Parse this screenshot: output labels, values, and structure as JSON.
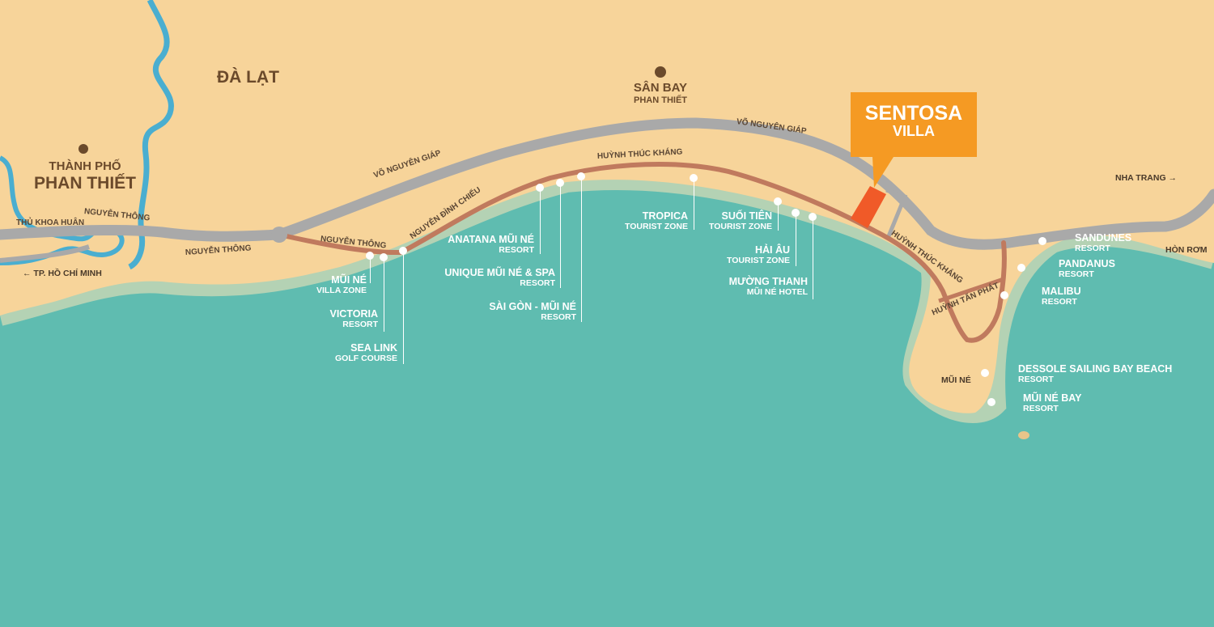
{
  "cities": {
    "dalat": "ĐÀ LẠT",
    "phan_thiet_top": "THÀNH PHỐ",
    "phan_thiet_main": "PHAN THIẾT",
    "airport_top": "SÂN BAY",
    "airport_sub": "PHAN THIẾT"
  },
  "callout": {
    "line1": "SENTOSA",
    "line2": "VILLA"
  },
  "roads": {
    "vo_nguyen_giap_1": "VÕ NGUYÊN GIÁP",
    "vo_nguyen_giap_2": "VÕ NGUYÊN GIÁP",
    "huynh_thuc_khang_1": "HUỲNH THÚC KHÁNG",
    "huynh_thuc_khang_2": "HUỲNH THÚC KHÁNG",
    "nguyen_dinh_chieu": "NGUYỄN ĐÌNH CHIỂU",
    "nguyen_thong_1": "NGUYỄN THÔNG",
    "nguyen_thong_2": "NGUYỄN THÔNG",
    "nguyen_thong_3": "NGUYỄN THÔNG",
    "thu_khoa_huan": "THỦ KHOA HUÂN",
    "huynh_tan_phat": "HUỲNH TẤN PHÁT"
  },
  "directions": {
    "nha_trang": "NHA TRANG",
    "ho_chi_minh": "TP. HỒ CHÍ MINH",
    "hon_rom": "HÒN RƠM",
    "mui_ne": "MŨI NÉ"
  },
  "places": {
    "mui_ne_villa": {
      "name": "MŨI NÉ",
      "sub": "VILLA ZONE"
    },
    "victoria": {
      "name": "VICTORIA",
      "sub": "RESORT"
    },
    "sea_link": {
      "name": "SEA LINK",
      "sub": "GOLF COURSE"
    },
    "anatana": {
      "name": "ANATANA MŨI NÉ",
      "sub": "RESORT"
    },
    "unique": {
      "name": "UNIQUE MŨI NÉ & SPA",
      "sub": "RESORT"
    },
    "saigon": {
      "name": "SÀI GÒN - MŨI NÉ",
      "sub": "RESORT"
    },
    "tropica": {
      "name": "TROPICA",
      "sub": "TOURIST ZONE"
    },
    "suoi_tien": {
      "name": "SUỐI TIÊN",
      "sub": "TOURIST ZONE"
    },
    "hai_au": {
      "name": "HẢI ÂU",
      "sub": "TOURIST ZONE"
    },
    "muong_thanh": {
      "name": "MƯỜNG THANH",
      "sub": "MŨI NÉ HOTEL"
    },
    "sandunes": {
      "name": "SANDUNES",
      "sub": "RESORT"
    },
    "pandanus": {
      "name": "PANDANUS",
      "sub": "RESORT"
    },
    "malibu": {
      "name": "MALIBU",
      "sub": "RESORT"
    },
    "dessole": {
      "name": "DESSOLE SAILING BAY BEACH",
      "sub": "RESORT"
    },
    "mui_ne_bay": {
      "name": "MŨI NÉ BAY",
      "sub": "RESORT"
    }
  },
  "colors": {
    "land": "#f7d49a",
    "sea": "#5fbcb0",
    "highway": "#a9a9a9",
    "coastal_road": "#c07a5e",
    "river": "#4aaed0",
    "callout": "#f59a23",
    "marker": "#f05a28"
  }
}
